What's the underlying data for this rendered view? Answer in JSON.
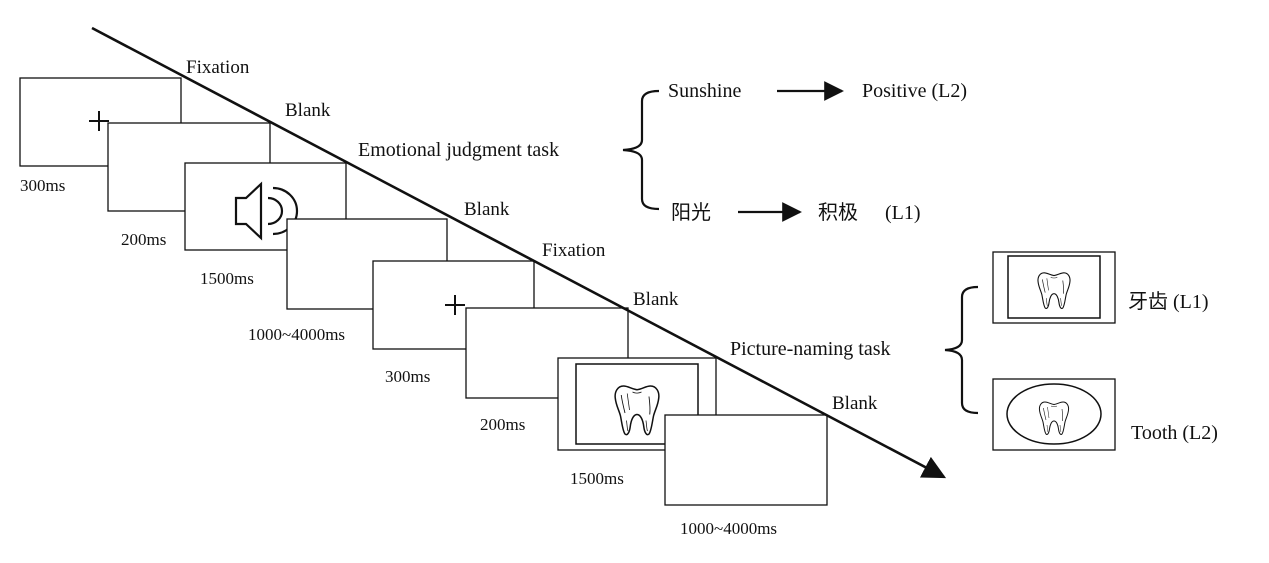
{
  "colors": {
    "ink": "#111111",
    "background": "#ffffff"
  },
  "icons": {
    "speaker": "speaker-icon",
    "tooth": "tooth-icon",
    "fixation_cross": "fixation-cross-icon"
  },
  "sequence": {
    "screens": [
      {
        "label": "Fixation",
        "duration": "300ms",
        "content": "fixation-cross-icon"
      },
      {
        "label": "Blank",
        "duration": "200ms",
        "content": "none"
      },
      {
        "label": "",
        "duration": "1500ms",
        "content": "speaker-icon"
      },
      {
        "label": "Blank",
        "duration": "1000~4000ms",
        "content": "none"
      },
      {
        "label": "Fixation",
        "duration": "300ms",
        "content": "fixation-cross-icon"
      },
      {
        "label": "Blank",
        "duration": "200ms",
        "content": "none"
      },
      {
        "label": "",
        "duration": "1500ms",
        "content": "tooth-icon"
      },
      {
        "label": "Blank",
        "duration": "1000~4000ms",
        "content": "none"
      }
    ]
  },
  "emotional_task": {
    "label": "Emotional judgment task",
    "english": {
      "word": "Sunshine",
      "response": "Positive (L2)"
    },
    "chinese": {
      "word": "阳光",
      "response": "积极",
      "language": "(L1)"
    }
  },
  "picture_task": {
    "label": "Picture-naming task",
    "option_rect": {
      "response": "牙齿 (L1)"
    },
    "option_oval": {
      "response": "Tooth (L2)"
    }
  }
}
